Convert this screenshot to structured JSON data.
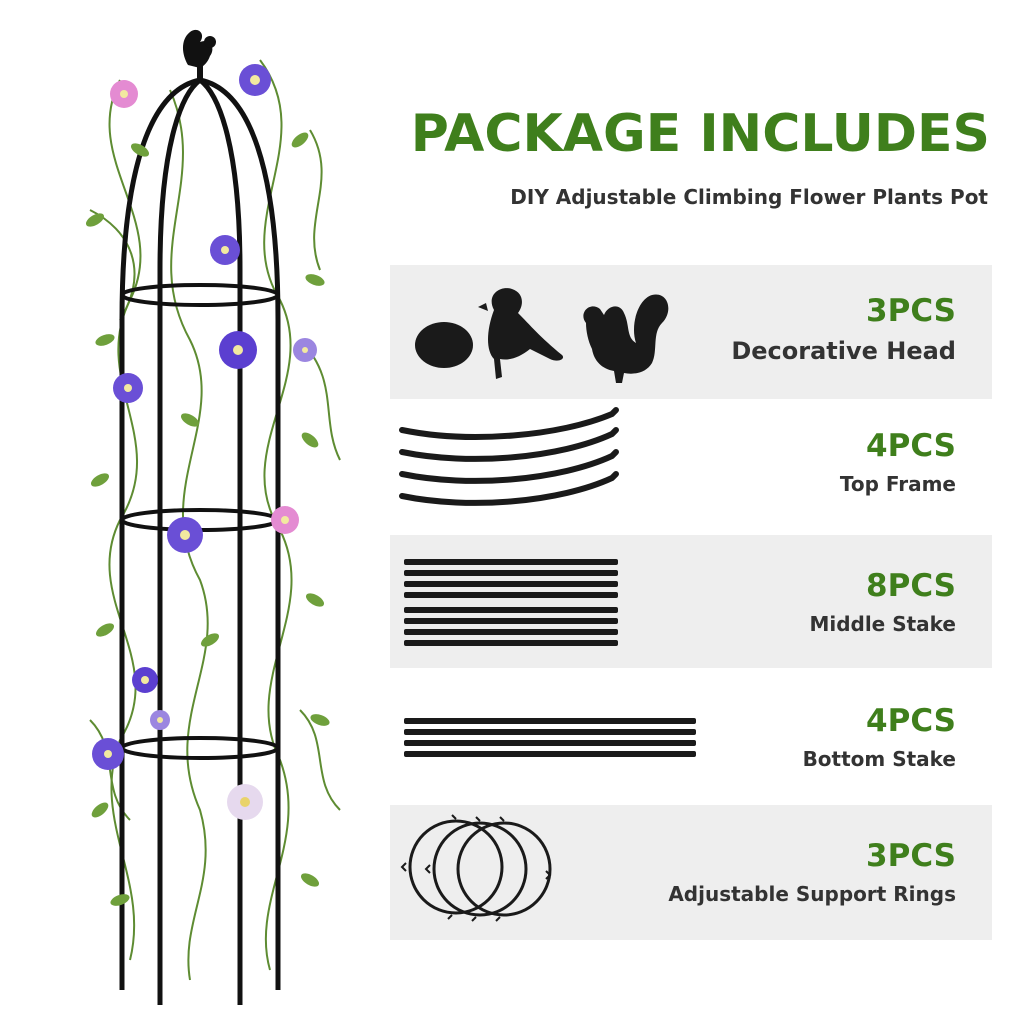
{
  "colors": {
    "accent": "#3f7f1c",
    "text": "#333333",
    "panel": "#eeeeee",
    "parts": "#1a1a1a"
  },
  "header": {
    "title": "PACKAGE INCLUDES",
    "subtitle": "DIY Adjustable Climbing Flower Plants Pot"
  },
  "items": [
    {
      "qty": "3PCS",
      "label": "Decorative Head",
      "icon": "decorative-heads-icon"
    },
    {
      "qty": "4PCS",
      "label": "Top Frame",
      "icon": "curved-frame-icon"
    },
    {
      "qty": "8PCS",
      "label": "Middle Stake",
      "icon": "stake-bundle-icon"
    },
    {
      "qty": "4PCS",
      "label": "Bottom Stake",
      "icon": "long-stake-icon"
    },
    {
      "qty": "3PCS",
      "label": "Adjustable Support Rings",
      "icon": "support-rings-icon"
    }
  ]
}
